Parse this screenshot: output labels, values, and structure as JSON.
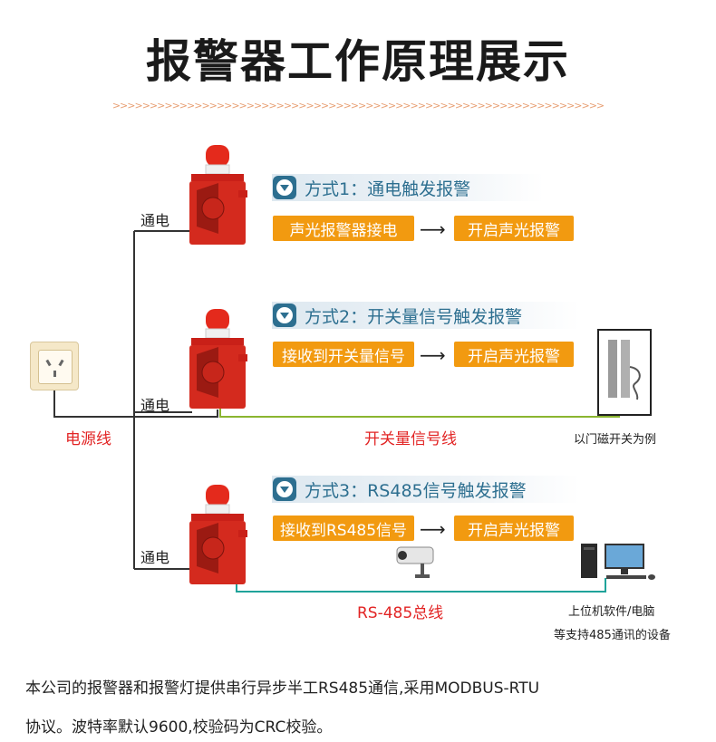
{
  "title": "报警器工作原理展示",
  "divider": ">>>>>>>>>>>>>>>>>>>>>>>>>>>>>>>>>>>>>>>>>>>>>>>>>>>>>>>>>>>>>>>>>>",
  "modes": [
    {
      "heading": "方式1：通电触发报警",
      "trigger": "声光报警器接电",
      "result": "开启声光报警",
      "power_label": "通电"
    },
    {
      "heading": "方式2：开关量信号触发报警",
      "trigger": "接收到开关量信号",
      "result": "开启声光报警",
      "power_label": "通电"
    },
    {
      "heading": "方式3：RS485信号触发报警",
      "trigger": "接收到RS485信号",
      "result": "开启声光报警",
      "power_label": "通电"
    }
  ],
  "power_cord_label": "电源线",
  "switch_line_label": "开关量信号线",
  "rs485_label": "RS-485总线",
  "magnetic_switch_caption": "以门磁开关为例",
  "pc_caption_1": "上位机软件/电脑",
  "pc_caption_2": "等支持485通讯的设备",
  "footer_line_1": "本公司的报警器和报警灯提供串行异步半工RS485通信,采用MODBUS-RTU",
  "footer_line_2": "协议。波特率默认9600,校验码为CRC校验。",
  "colors": {
    "orange": "#f29a10",
    "heading_text": "#2d6f90",
    "red_label": "#e22424",
    "switch_line": "#8ab530",
    "rs485_line": "#1fa39a"
  }
}
